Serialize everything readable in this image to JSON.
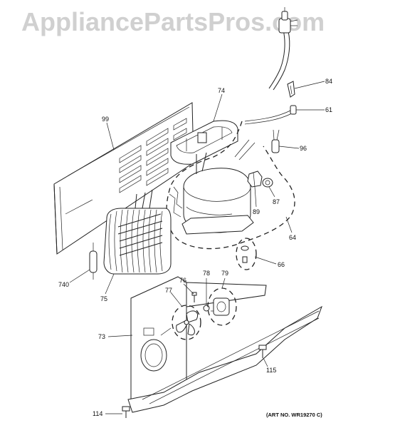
{
  "watermark": "AppliancePartsPros.com",
  "callouts": {
    "p99": "99",
    "p74": "74",
    "p84": "84",
    "p61": "61",
    "p96": "96",
    "p87": "87",
    "p89": "89",
    "p64": "64",
    "p66": "66",
    "p740": "740",
    "p75": "75",
    "p76": "76",
    "p77": "77",
    "p78": "78",
    "p79": "79",
    "p73": "73",
    "p115": "115",
    "p114": "114"
  },
  "art_number": "(ART NO. WR19270 C)",
  "colors": {
    "line": "#222222",
    "watermark": "#d0d0d0",
    "background": "#ffffff"
  }
}
